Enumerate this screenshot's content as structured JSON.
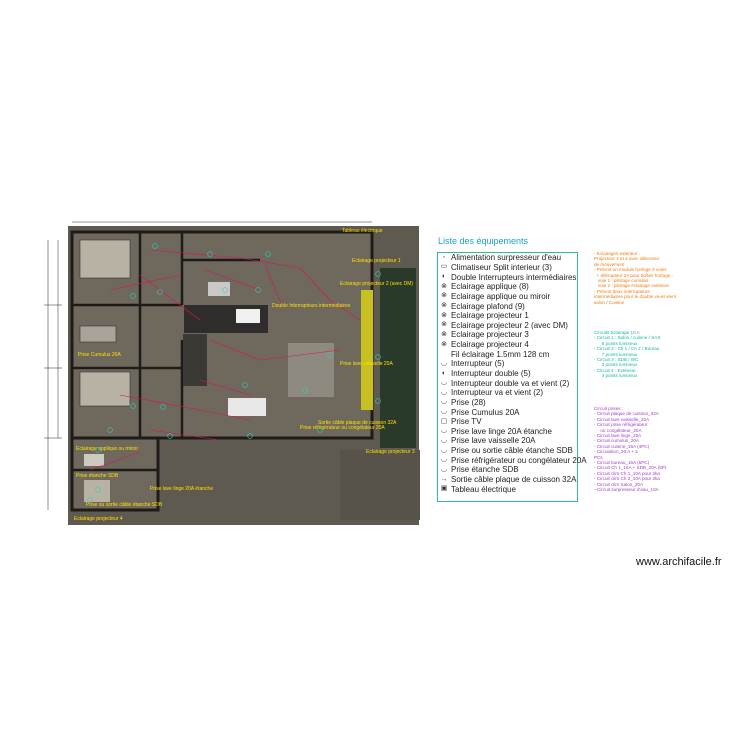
{
  "legend": {
    "title": "Liste des équipements",
    "items": [
      {
        "label": "Alimentation surpresseur d'eau",
        "icon": "water-supply-icon"
      },
      {
        "label": "Climatiseur Split interieur (3)",
        "icon": "air-conditioner-icon"
      },
      {
        "label": "Double Interrupteurs intermédiaires",
        "icon": "double-switch-icon"
      },
      {
        "label": "Eclairage applique (8)",
        "icon": "wall-light-icon"
      },
      {
        "label": "Eclairage applique ou miroir",
        "icon": "mirror-light-icon"
      },
      {
        "label": "Eclairage plafond (9)",
        "icon": "ceiling-light-icon"
      },
      {
        "label": "Eclairage projecteur 1",
        "icon": "spotlight-icon"
      },
      {
        "label": "Eclairage projecteur 2 (avec DM)",
        "icon": "spotlight-icon"
      },
      {
        "label": "Eclairage projecteur 3",
        "icon": "spotlight-icon"
      },
      {
        "label": "Eclairage projecteur 4",
        "icon": "spotlight-icon"
      },
      {
        "label": "Fil éclairage 1.5mm 128 cm",
        "icon": "wire-icon"
      },
      {
        "label": "Interrupteur (5)",
        "icon": "switch-icon"
      },
      {
        "label": "Interrupteur double (5)",
        "icon": "double-switch-icon"
      },
      {
        "label": "Interrupteur double va et vient (2)",
        "icon": "two-way-switch-icon"
      },
      {
        "label": "Interrupteur va et vient (2)",
        "icon": "two-way-switch-icon"
      },
      {
        "label": "Prise (28)",
        "icon": "socket-icon"
      },
      {
        "label": "Prise Cumulus 20A",
        "icon": "socket-icon"
      },
      {
        "label": "Prise TV",
        "icon": "tv-socket-icon"
      },
      {
        "label": "Prise lave linge 20A étanche",
        "icon": "socket-icon"
      },
      {
        "label": "Prise lave vaisselle 20A",
        "icon": "socket-icon"
      },
      {
        "label": "Prise ou sortie câble étanche SDB",
        "icon": "socket-icon"
      },
      {
        "label": "Prise réfrigérateur ou congélateur 20A",
        "icon": "socket-icon"
      },
      {
        "label": "Prise étanche SDB",
        "icon": "socket-icon"
      },
      {
        "label": "Sortie câble plaque de cuisson 32A",
        "icon": "cable-outlet-icon"
      },
      {
        "label": "Tableau électrique",
        "icon": "electrical-panel-icon"
      }
    ]
  },
  "notes": {
    "orange": [
      "- Eclairages extérieur :",
      "",
      "Projecteur 2 et 4 avec détecteur",
      "de mouvement",
      "",
      "- Prévoir un module horloge 3 voies",
      "  + télérupteur 2A pour boîtier horloge :",
      "",
      "   voie 1 : pilotage cumulus",
      "   voie 2 : pilotage éclairage extérieur",
      "",
      "- Prévoir deux interrupteurs",
      "intermédiaires pour le double va-et-vient",
      "salon / Cuisine"
    ],
    "teal": [
      "Circuits éclairage 10 A",
      "",
      "- Circuit 1 : Salon / cuisine / SAS",
      "      6 points lumineux",
      "",
      "- Circuit 2 : Ch 1 / Ch 2 / Bureau",
      "      7 points lumineux",
      "",
      "- Circuit 3 : SDB / WC",
      "      3 points lumineux",
      "",
      "- Circuit 4 : Extérieur",
      "      4 points lumineux"
    ],
    "purple": [
      "Circuit prises :",
      "",
      "- Circuit plaque de cuisson_32A",
      "- Circuit lave vaisselle_20A",
      "- Circuit prise réfrigérateur",
      "     ou congélateur_20A",
      "- Circuit lave linge_20A",
      "- Circuit cumulus_20A",
      "- Circuit cuisine_16A (4PC)",
      "- Circulation_20 A + 2",
      "PCs",
      "- Circuit bureau_16A (5PC)",
      "- Circuit Ch 1_16A + SDB_20A (6P)",
      "- Circuit clim Ch 1_10A pour 2ka",
      "- Circuit clim Ch 2_10A pour 2ka",
      "- Circuit clim Salon_20A",
      "--Circuit surpresseur d'eau_10A"
    ]
  },
  "plan_labels": [
    "Tableau électrique",
    "Eclairage projecteur 1",
    "Eclairage projecteur 2 (avec DM)",
    "Prise Cumulus 20A",
    "Double Interrupteurs intermédiaires",
    "Prise lave vaisselle 20A",
    "Prise réfrigérateur ou congélateur 20A",
    "Sortie câble plaque de cuisson 32A",
    "Eclairage applique ou miroir",
    "Prise étanche SDB",
    "Prise lave linge 20A étanche",
    "Eclairage projecteur 3",
    "Eclairage projecteur 4",
    "Prise ou sortie câble étanche SDB"
  ],
  "watermark": "www.archifacile.fr",
  "colors": {
    "floor": "#6e685d",
    "wall": "#1e1c19",
    "label_yellow": "#ffe000",
    "wire_red": "#e0105a",
    "legend_border": "#2fbf8f",
    "legend_title": "#1aa3c8",
    "notes_orange": "#f07a10",
    "notes_teal": "#14b8a0",
    "notes_purple": "#a23cc8"
  }
}
